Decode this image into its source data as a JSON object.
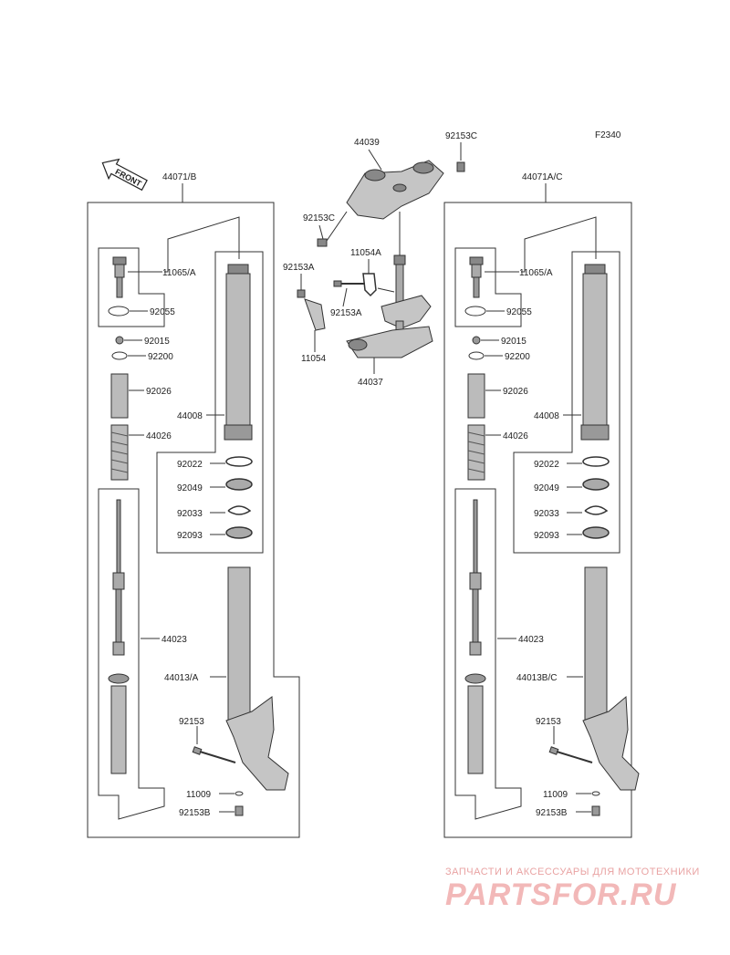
{
  "diagram_code": "F2340",
  "front_label": "FRONT",
  "left_assembly": {
    "assembly": "44071/B",
    "parts": {
      "cap_bolt": "11065/A",
      "oring": "92055",
      "nut": "92015",
      "washer": "92200",
      "spacer": "92026",
      "spring": "44026",
      "inner_tube": "44008",
      "seal_ring": "92022",
      "oil_seal": "92049",
      "circlip": "92033",
      "dust_seal": "92093",
      "cylinder": "44023",
      "outer_tube": "44013/A",
      "axle_bolt": "92153",
      "gasket": "11009",
      "drain_bolt": "92153B"
    }
  },
  "right_assembly": {
    "assembly": "44071A/C",
    "parts": {
      "cap_bolt": "11065/A",
      "oring": "92055",
      "nut": "92015",
      "washer": "92200",
      "spacer": "92026",
      "spring": "44026",
      "inner_tube": "44008",
      "seal_ring": "92022",
      "oil_seal": "92049",
      "circlip": "92033",
      "dust_seal": "92093",
      "cylinder": "44023",
      "outer_tube": "44013B/C",
      "axle_bolt": "92153",
      "gasket": "11009",
      "drain_bolt": "92153B"
    }
  },
  "center": {
    "upper_bracket": "44039",
    "top_bolt": "92153C",
    "side_bolt": "92153C",
    "bracket_plate": "11054A",
    "clamp_bolt_a": "92153A",
    "clamp_bolt_b": "92153A",
    "guide": "11054",
    "stem": "44037"
  },
  "watermark": {
    "line1": "ЗАПЧАСТИ И АКСЕССУАРЫ ДЛЯ МОТОТЕХНИКИ",
    "logo": "PARTSFOR.RU"
  }
}
